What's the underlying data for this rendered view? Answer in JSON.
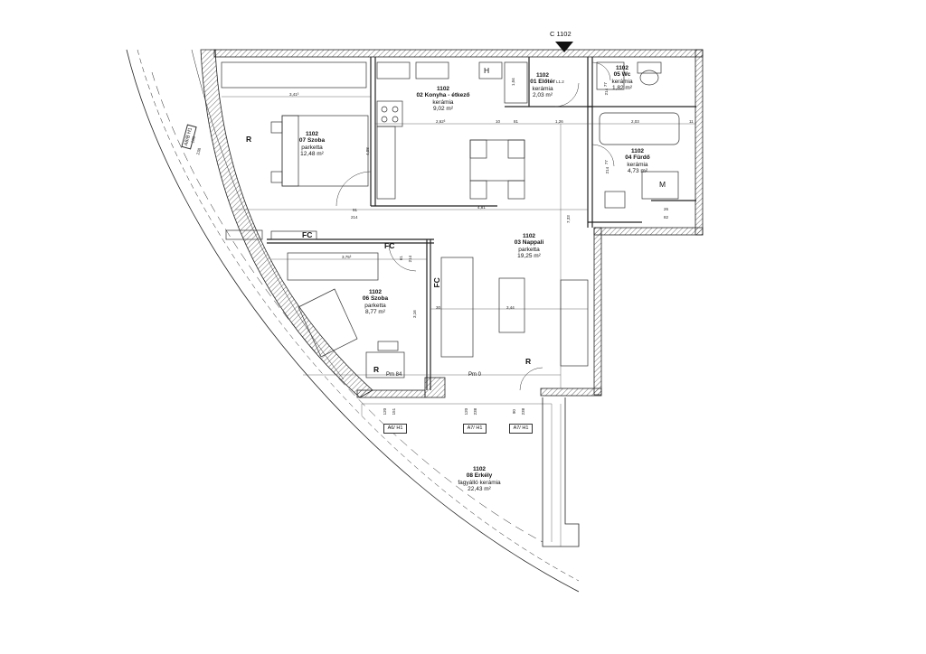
{
  "section": {
    "label": "C 1102"
  },
  "rooms": {
    "eloter": {
      "number": "1102",
      "name": "01 Előtér",
      "floor": "kerámia",
      "area": "2,03 m²"
    },
    "konyha": {
      "number": "1102",
      "name": "02 Konyha - étkező",
      "floor": "kerámia",
      "area": "9,02 m²"
    },
    "nappali": {
      "number": "1102",
      "name": "03 Nappali",
      "floor": "parketta",
      "area": "19,25 m²"
    },
    "furdo": {
      "number": "1102",
      "name": "04 Fürdő",
      "floor": "kerámia",
      "area": "4,73 m²"
    },
    "wc": {
      "number": "1102",
      "name": "05 Wc",
      "floor": "kerámia",
      "area": "1,82 m²"
    },
    "szoba06": {
      "number": "1102",
      "name": "06 Szoba",
      "floor": "parketta",
      "area": "8,77 m²"
    },
    "szoba07": {
      "number": "1102",
      "name": "07 Szoba",
      "floor": "parketta",
      "area": "12,48 m²"
    },
    "erkely": {
      "number": "1102",
      "name": "08 Erkély",
      "floor": "fagyálló kerámia",
      "area": "22,43 m²"
    }
  },
  "markers": {
    "r": "R",
    "fc": "FC",
    "h": "H",
    "m": "M",
    "pm84": "Pm 84",
    "pm0": "Pm 0",
    "l12": "L1.2"
  },
  "window_tags": {
    "a6": "A6/ H1",
    "a7a": "A7/ H1",
    "a7b": "A7/ H1",
    "a8": "A8/B H1"
  },
  "dimensions": {
    "d341": "3,41³",
    "d262": "2,62³",
    "d126": "1,26",
    "d203": "2,03",
    "d481": "4,81",
    "d375": "3,75³",
    "d344": "3,44",
    "d733": "7,33",
    "d408": "4,08",
    "d316": "3,16",
    "d91": "91",
    "d214a": "214",
    "d214b": "214",
    "d214c": "214",
    "d214d": "214",
    "d61": "61",
    "d81": "81",
    "d77a": "77",
    "d77b": "77",
    "d100": "100",
    "d238a": "238",
    "d238b": "238",
    "d238c": "238",
    "d120a": "120",
    "d151": "151",
    "d120b": "120",
    "d90": "90",
    "d26": "26",
    "d82": "82",
    "d30": "30",
    "d10": "10",
    "d104": "1,04",
    "d11": "11"
  }
}
